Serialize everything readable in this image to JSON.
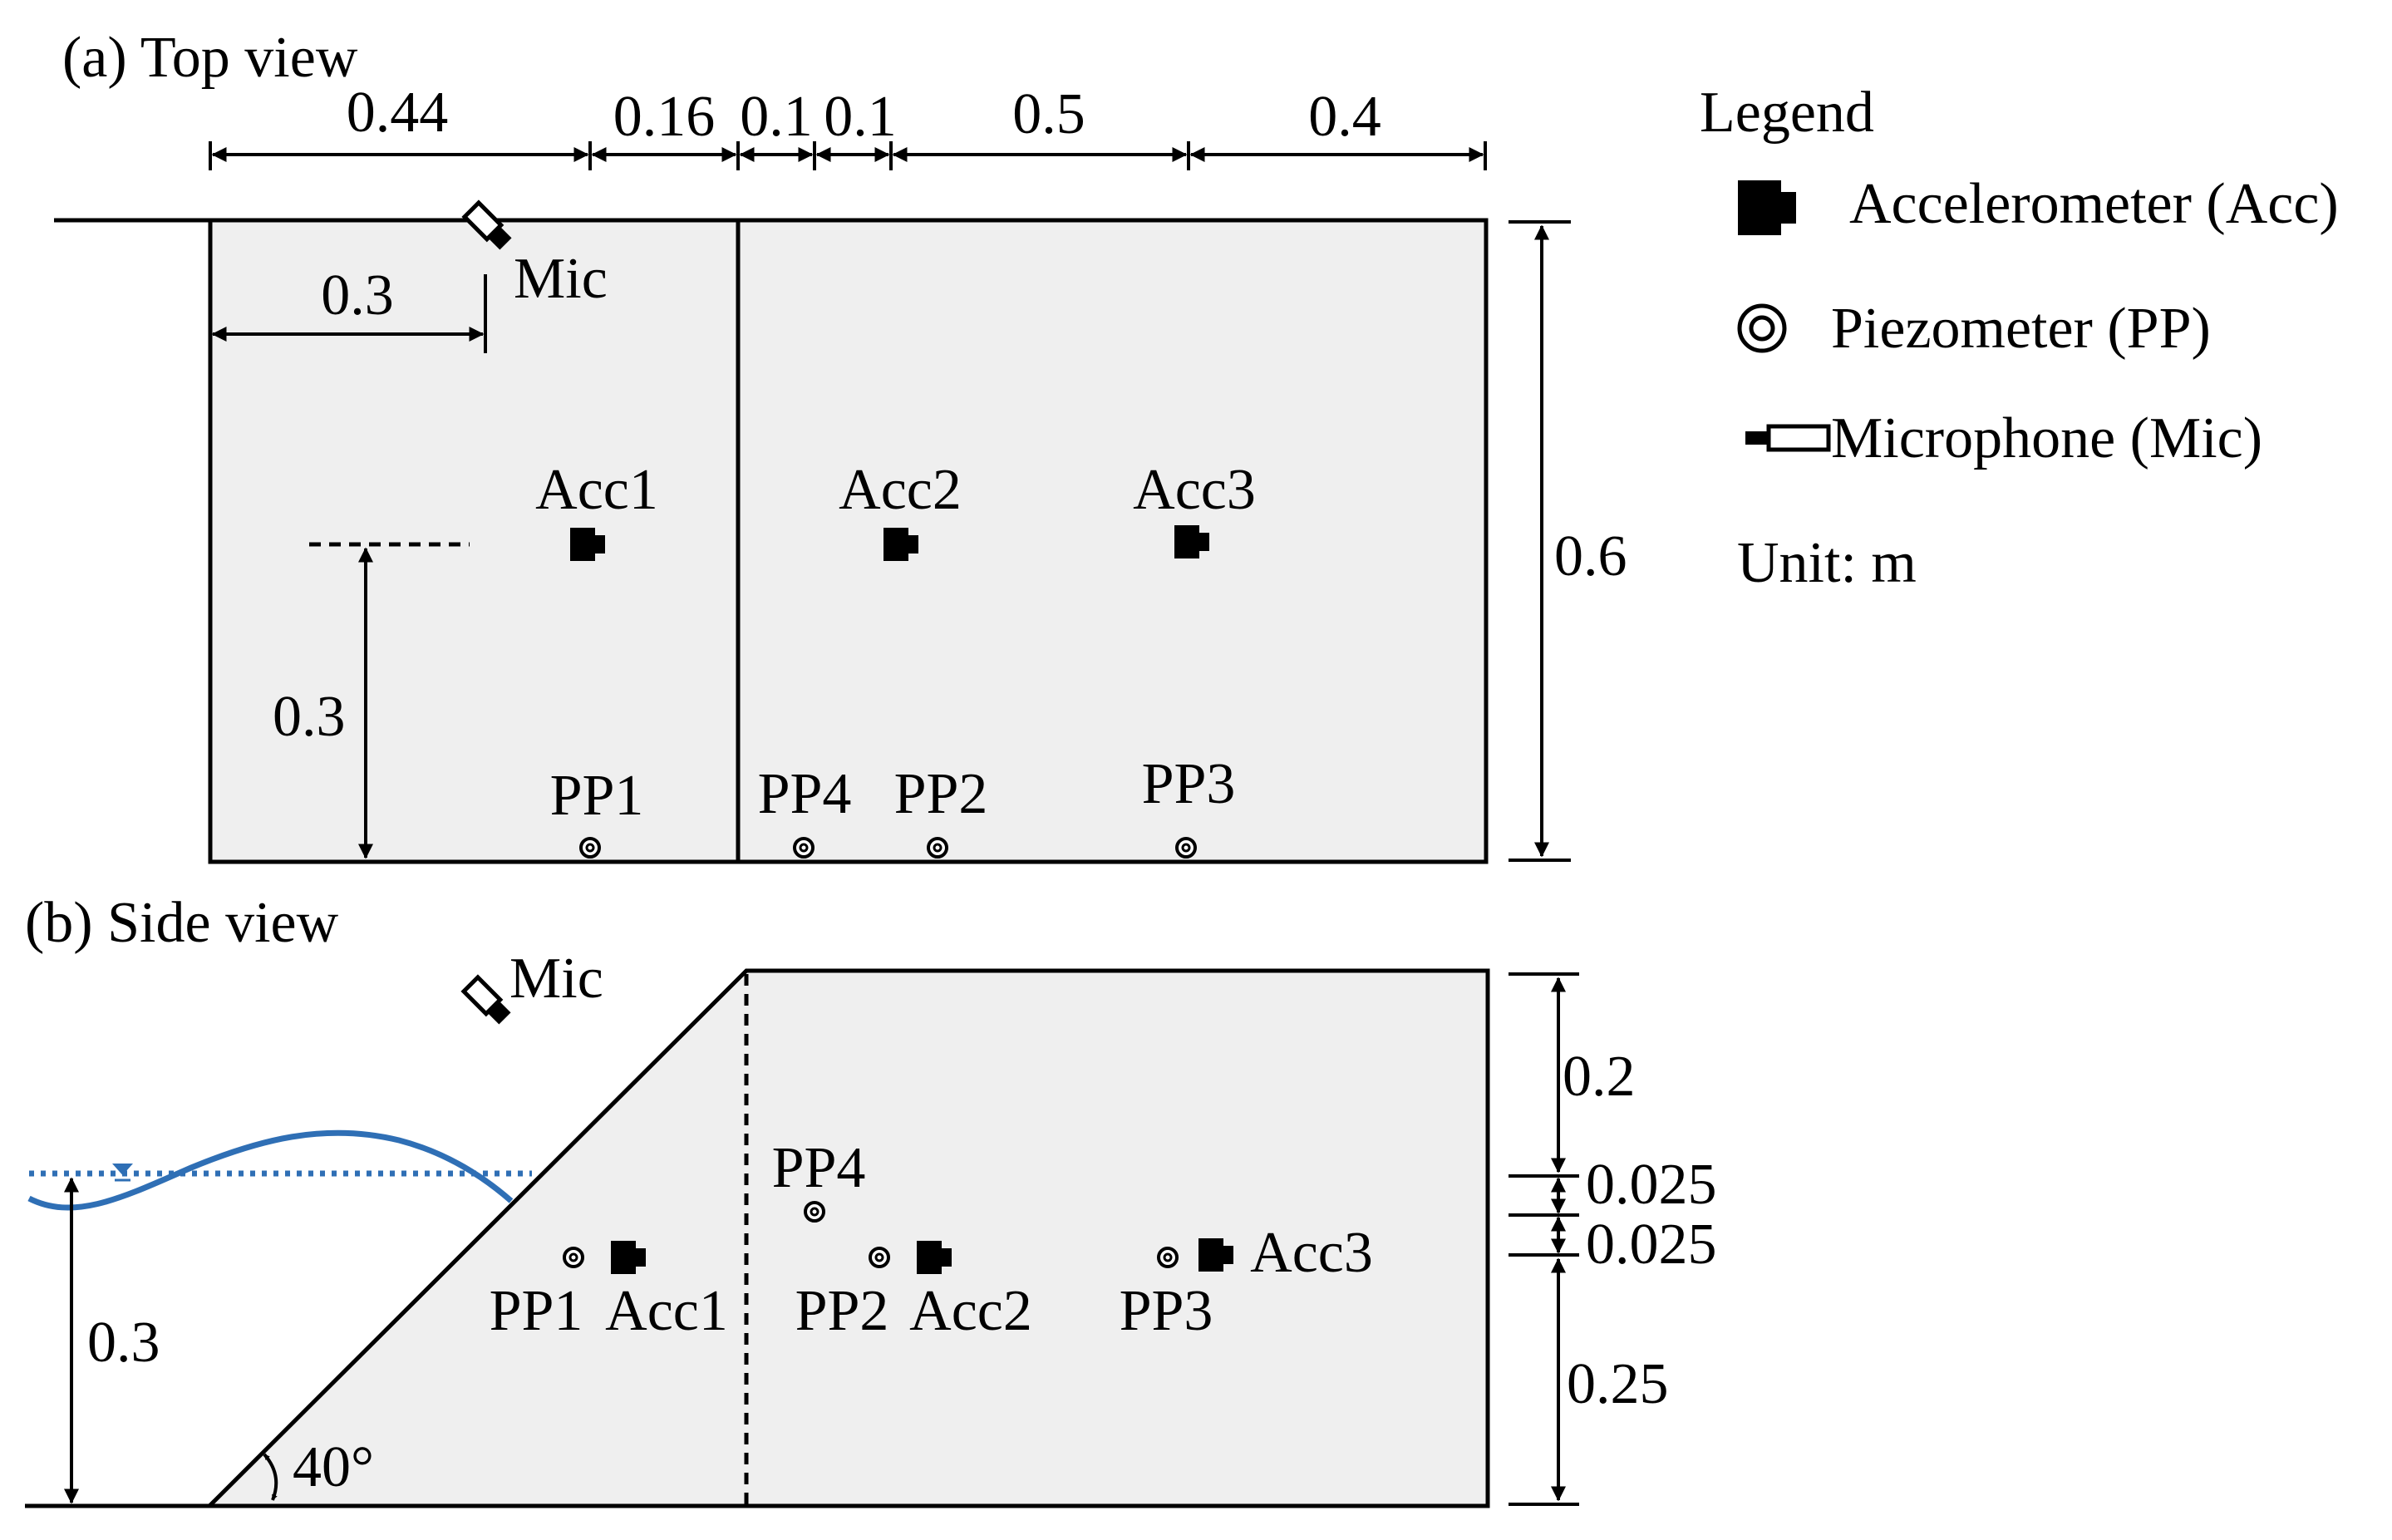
{
  "top_view": {
    "title": "(a) Top view",
    "dims_top": [
      "0.44",
      "0.16",
      "0.1",
      "0.1",
      "0.5",
      "0.4"
    ],
    "dim_height": "0.6",
    "dim_mic": "0.3",
    "dim_acc_row": "0.3",
    "mic_label": "Mic",
    "accelerometers": [
      "Acc1",
      "Acc2",
      "Acc3"
    ],
    "piezometers": [
      "PP1",
      "PP4",
      "PP2",
      "PP3"
    ]
  },
  "side_view": {
    "title": "(b) Side view",
    "mic_label": "Mic",
    "water_depth": "0.3",
    "slope_angle": "40°",
    "dims_right": [
      "0.2",
      "0.025",
      "0.025",
      "0.25"
    ],
    "pp4_label": "PP4",
    "pp1_label": "PP1",
    "acc1_label": "Acc1",
    "pp2_label": "PP2",
    "acc2_label": "Acc2",
    "pp3_label": "PP3",
    "acc3_label": "Acc3"
  },
  "legend": {
    "title": "Legend",
    "items": [
      {
        "icon": "accelerometer-icon",
        "label": "Accelerometer (Acc)"
      },
      {
        "icon": "piezometer-icon",
        "label": "Piezometer (PP)"
      },
      {
        "icon": "microphone-icon",
        "label": "Microphone (Mic)"
      }
    ],
    "unit": "Unit: m"
  },
  "colors": {
    "panel_fill": "#efefef",
    "water": "#2f6fb5"
  }
}
